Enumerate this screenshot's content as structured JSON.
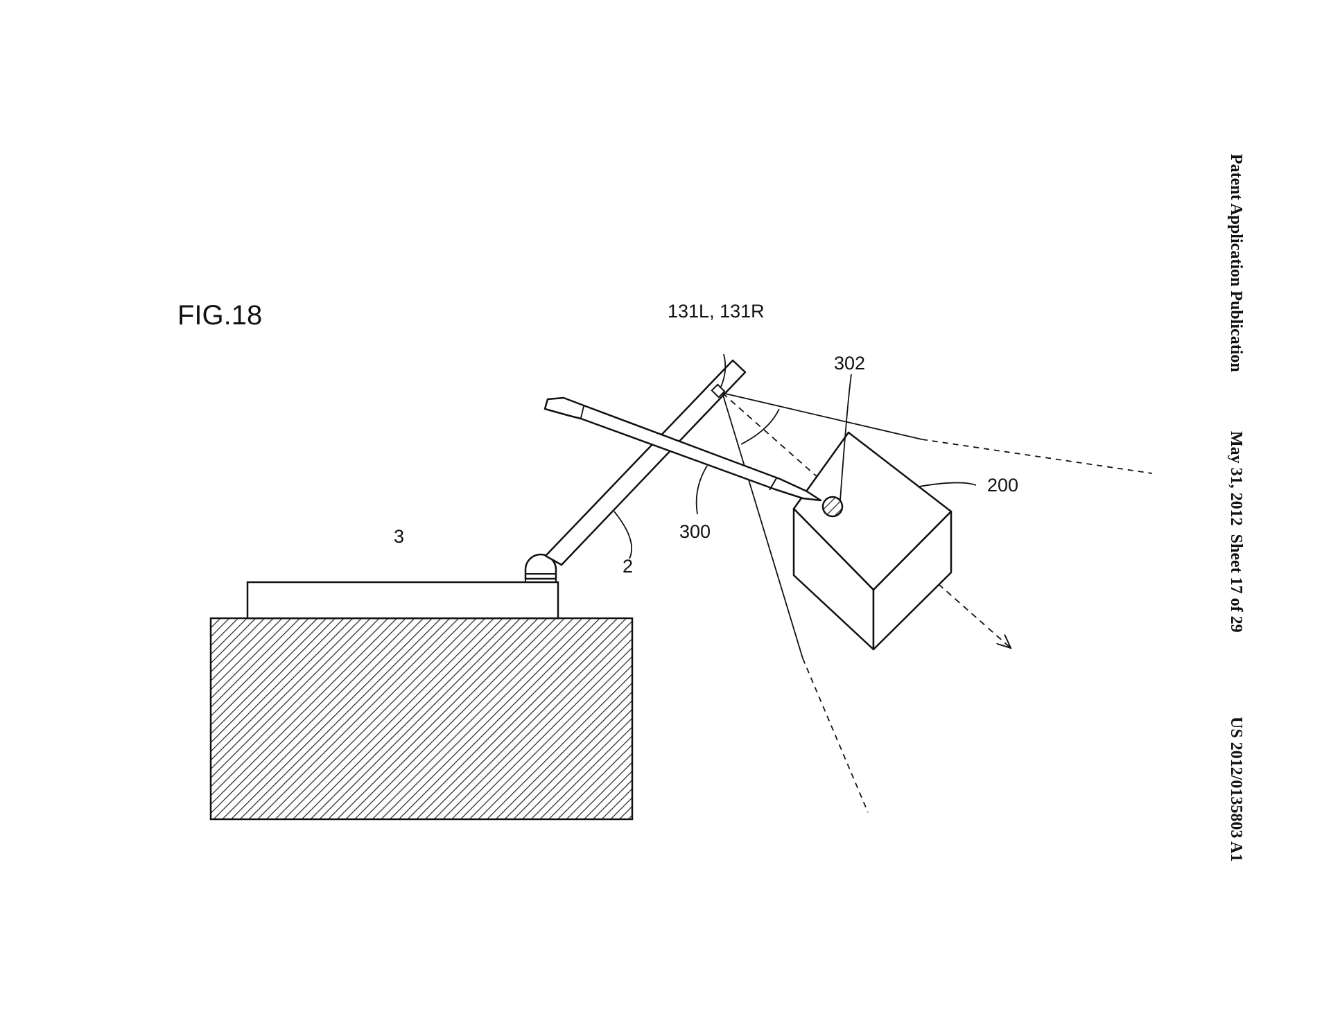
{
  "header": {
    "publication": "Patent Application Publication",
    "date_sheet": "May 31, 2012  Sheet 17 of 29",
    "number": "US 2012/0135803 A1"
  },
  "figure": {
    "title": "FIG.18",
    "labels": {
      "camera": "131L, 131R",
      "pen_tip": "302",
      "object": "200",
      "pen": "300",
      "arm": "2",
      "body": "3"
    }
  },
  "colors": {
    "ink": "#111111",
    "paper": "#ffffff"
  }
}
